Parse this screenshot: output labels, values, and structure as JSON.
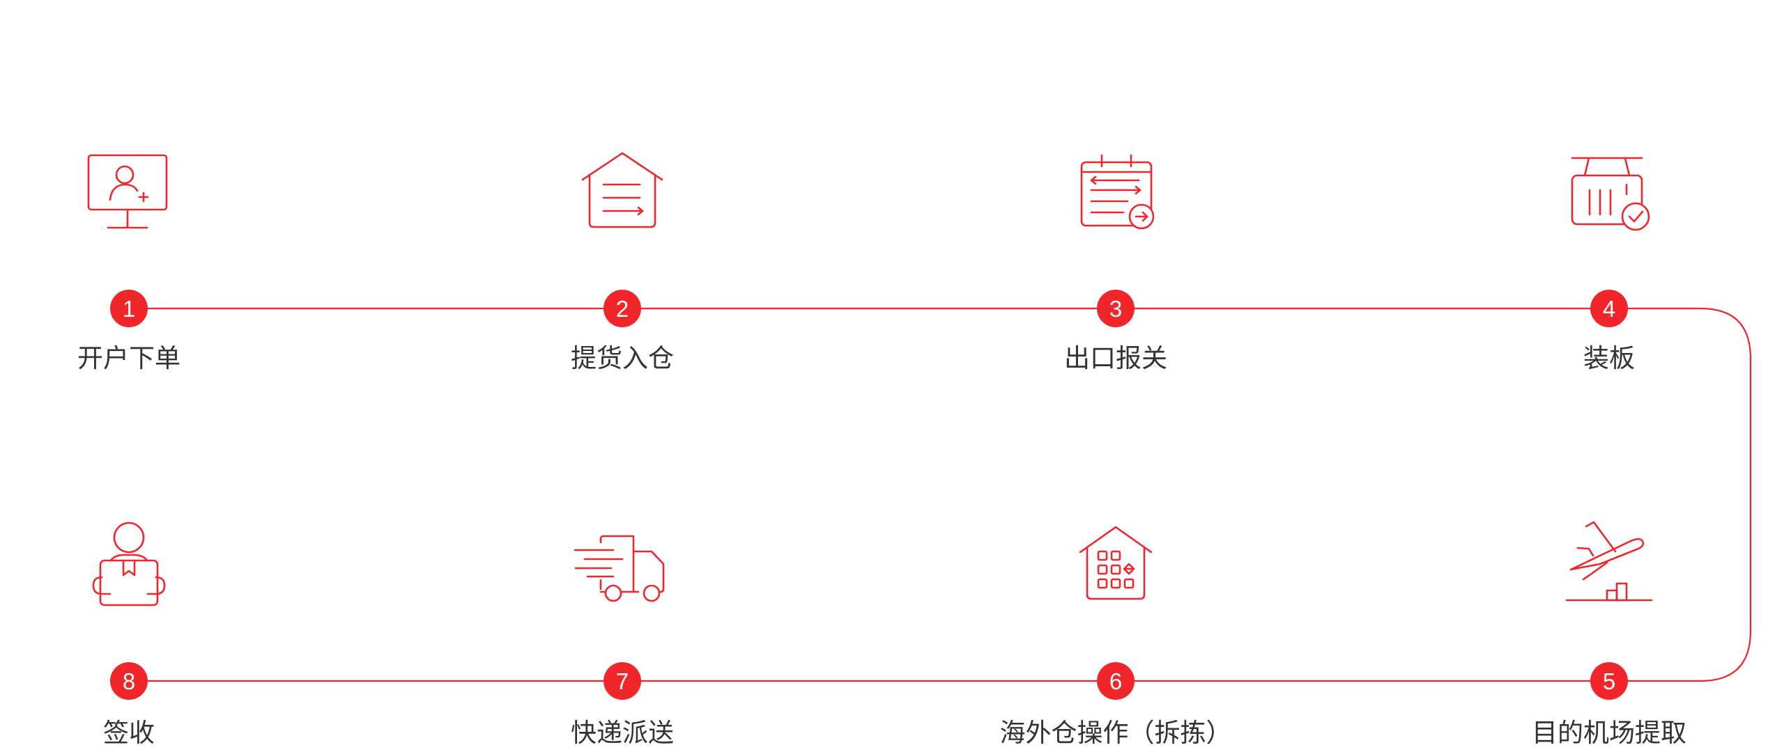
{
  "colors": {
    "accent": "#f0262b",
    "text": "#333333",
    "badge_text": "#ffffff"
  },
  "steps": [
    {
      "number": "1",
      "label": "开户下单",
      "icon": "monitor-user-icon"
    },
    {
      "number": "2",
      "label": "提货入仓",
      "icon": "warehouse-list-icon"
    },
    {
      "number": "3",
      "label": "出口报关",
      "icon": "customs-document-icon"
    },
    {
      "number": "4",
      "label": "装板",
      "icon": "pallet-check-icon"
    },
    {
      "number": "5",
      "label": "目的机场提取",
      "icon": "airplane-cargo-icon"
    },
    {
      "number": "6",
      "label": "海外仓操作（拆拣）",
      "icon": "overseas-warehouse-icon"
    },
    {
      "number": "7",
      "label": "快递派送",
      "icon": "delivery-truck-icon"
    },
    {
      "number": "8",
      "label": "签收",
      "icon": "person-package-icon"
    }
  ]
}
